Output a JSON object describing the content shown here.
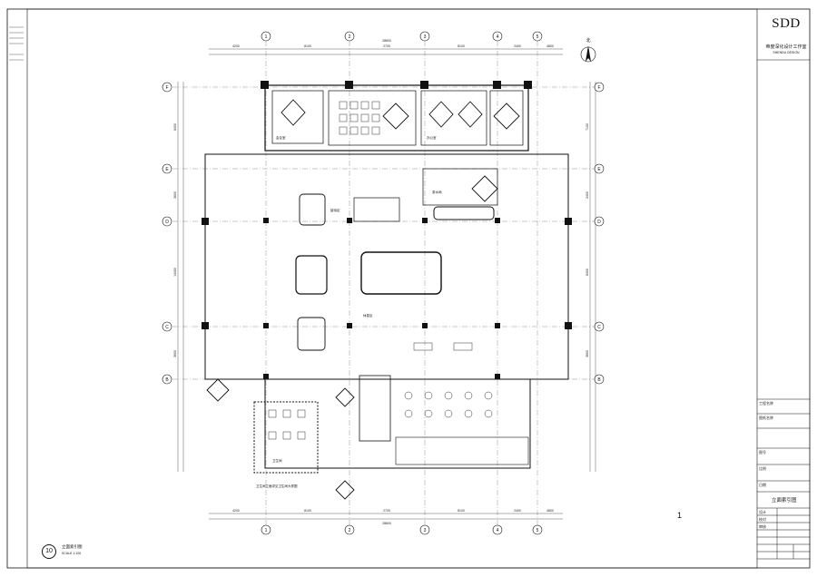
{
  "sheet": {
    "brand": "SDD",
    "brand_subtitle": "帝度深化设计工作室",
    "brand_code": "SHENDU DESIGN",
    "drawing_title": "立面索引图",
    "page_marker": "1",
    "north_label": "北",
    "footer": {
      "number": "10",
      "title": "立面索引图",
      "scale": "SCALE 1:100"
    },
    "plan_note": "卫生间立面详见卫生间大样图",
    "titleblock_labels": [
      "工程名称",
      "图纸名称",
      "图号",
      "比例",
      "日期",
      "设计",
      "校对",
      "审核"
    ]
  },
  "grid_axes": {
    "top": [
      "1",
      "2",
      "3",
      "4",
      "5"
    ],
    "left": [
      "F",
      "E",
      "D",
      "C",
      "B"
    ]
  },
  "dimensions": {
    "top": [
      "4200",
      "8100",
      "2700",
      "8100",
      "2400",
      "4800"
    ],
    "top_total": "28800",
    "bottom": [
      "4200",
      "8100",
      "2700",
      "8100",
      "2400",
      "4800"
    ],
    "bottom_total": "28800",
    "left": [
      "8400",
      "3600",
      "14400",
      "3600"
    ],
    "right": [
      "7100",
      "2400",
      "8400",
      "3600"
    ]
  },
  "room_labels": [
    "会议室",
    "办公室",
    "休息区",
    "接待区",
    "卫生间",
    "茶水间"
  ],
  "colors": {
    "line": "#111111",
    "thin": "#555555"
  }
}
